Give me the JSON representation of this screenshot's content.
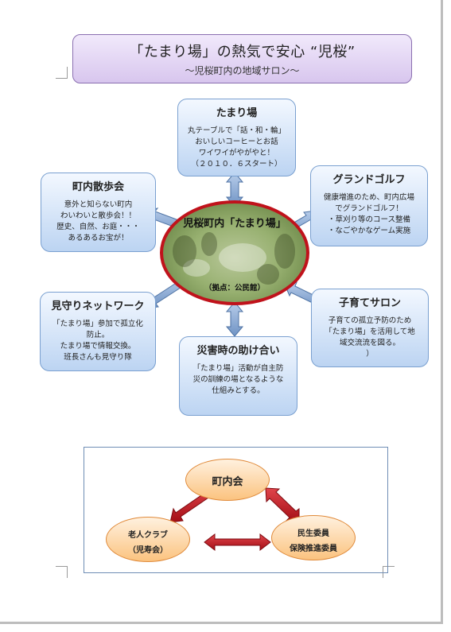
{
  "title": {
    "main": "「たまり場」の熱気で安心 “児桜”",
    "sub": "～児桜町内の地域サロン～"
  },
  "hub": {
    "title": "児桜町内「たまり場」",
    "base": "（拠点：公民館）"
  },
  "boxes": {
    "tamariba": {
      "heading": "たまり場",
      "body": "丸テーブルで「話・和・輪」\nおいしいコーヒーとお話\nワイワイがやがやと！\n（２０１０．６スタート）"
    },
    "golf": {
      "heading": "グランドゴルフ",
      "body": "健康増進のため、町内広場\nでグランドゴルフ！\n・草刈り等のコース整備\n・なごやかなゲーム実施"
    },
    "sampo": {
      "heading": "町内散歩会",
      "body": "意外と知らない町内\nわいわいと散歩会！！\n歴史、自然、お庭・・・\nあるあるお宝が！"
    },
    "mimamori": {
      "heading": "見守りネットワーク",
      "body": "「たまり場」参加で孤立化\n防止。\nたまり場で情報交換。\n班長さんも見守り隊"
    },
    "kosodate": {
      "heading": "子育てサロン",
      "body": "子育ての孤立予防のため\n「たまり場」を活用して地\n域交流流を図る。\n）"
    },
    "saigai": {
      "heading": "災害時の助け合い",
      "body": "「たまり場」活動が自主防\n災の訓練の場となるような\n仕組みとする。"
    }
  },
  "org": {
    "chonaikai": "町内会",
    "roujin_line1": "老人クラブ",
    "roujin_line2": "（児寿会）",
    "minsei_line1": "民生委員",
    "minsei_line2": "保険推進委員"
  }
}
